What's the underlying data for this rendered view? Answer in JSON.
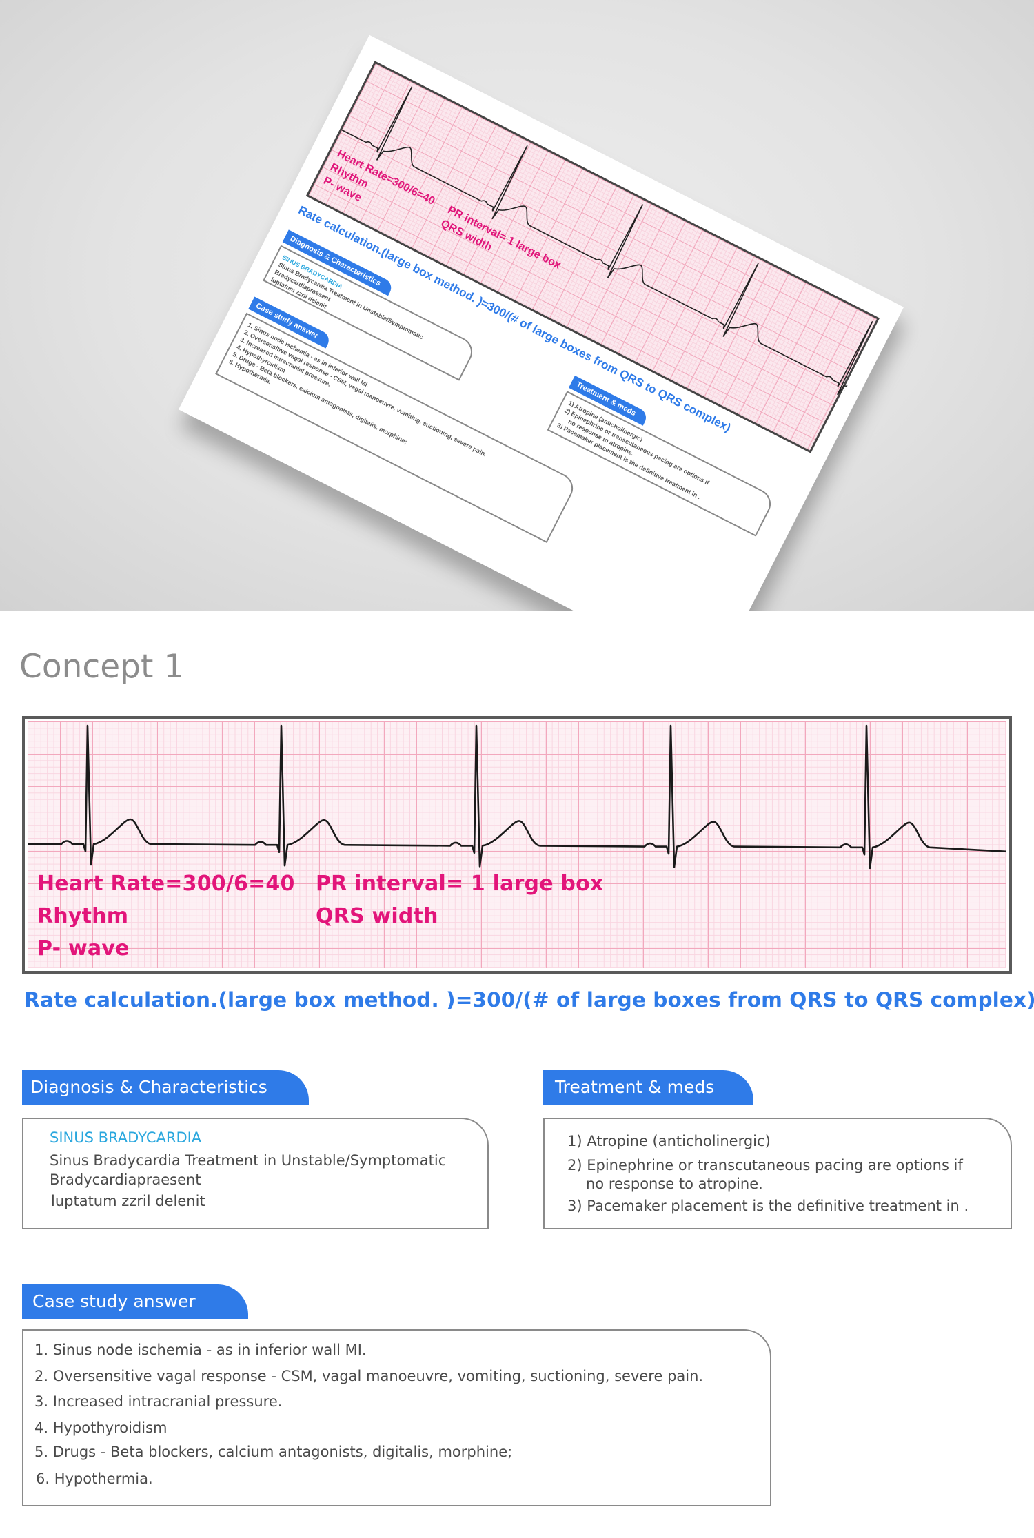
{
  "concept_title": "Concept 1",
  "ecg": {
    "heart_rate": "Heart Rate=300/6=40",
    "rhythm": "Rhythm",
    "p_wave": "P- wave",
    "pr_interval": "PR interval= 1 large box",
    "qrs_width": "QRS width"
  },
  "rate_calculation": "Rate calculation.(large box method. )=300/(# of large boxes from QRS to QRS complex)",
  "diagnosis": {
    "header": "Diagnosis & Characteristics",
    "subtitle": "SINUS BRADYCARDIA",
    "lines": [
      "Sinus Bradycardia Treatment in Unstable/Symptomatic",
      "Bradycardiapraesent",
      "luptatum zzril delenit"
    ]
  },
  "treatment": {
    "header": "Treatment & meds",
    "items": [
      "1) Atropine (anticholinergic)",
      "2) Epinephrine or transcutaneous pacing are options if",
      "no response to atropine.",
      "3) Pacemaker placement is the definitive treatment in ."
    ]
  },
  "case_study": {
    "header": "Case study  answer",
    "items": [
      "1. Sinus node ischemia - as in inferior wall MI.",
      "2. Oversensitive vagal response - CSM, vagal  manoeuvre, vomiting, suctioning, severe pain.",
      "3. Increased intracranial pressure.",
      "4. Hypothyroidism",
      "5. Drugs - Beta blockers, calcium antagonists, digitalis, morphine;",
      "6. Hypothermia."
    ]
  },
  "colors": {
    "accent_blue": "#2f7be8",
    "magenta": "#e2157a",
    "cyan": "#2aa7de",
    "grid_pink": "#f2a8bd"
  }
}
